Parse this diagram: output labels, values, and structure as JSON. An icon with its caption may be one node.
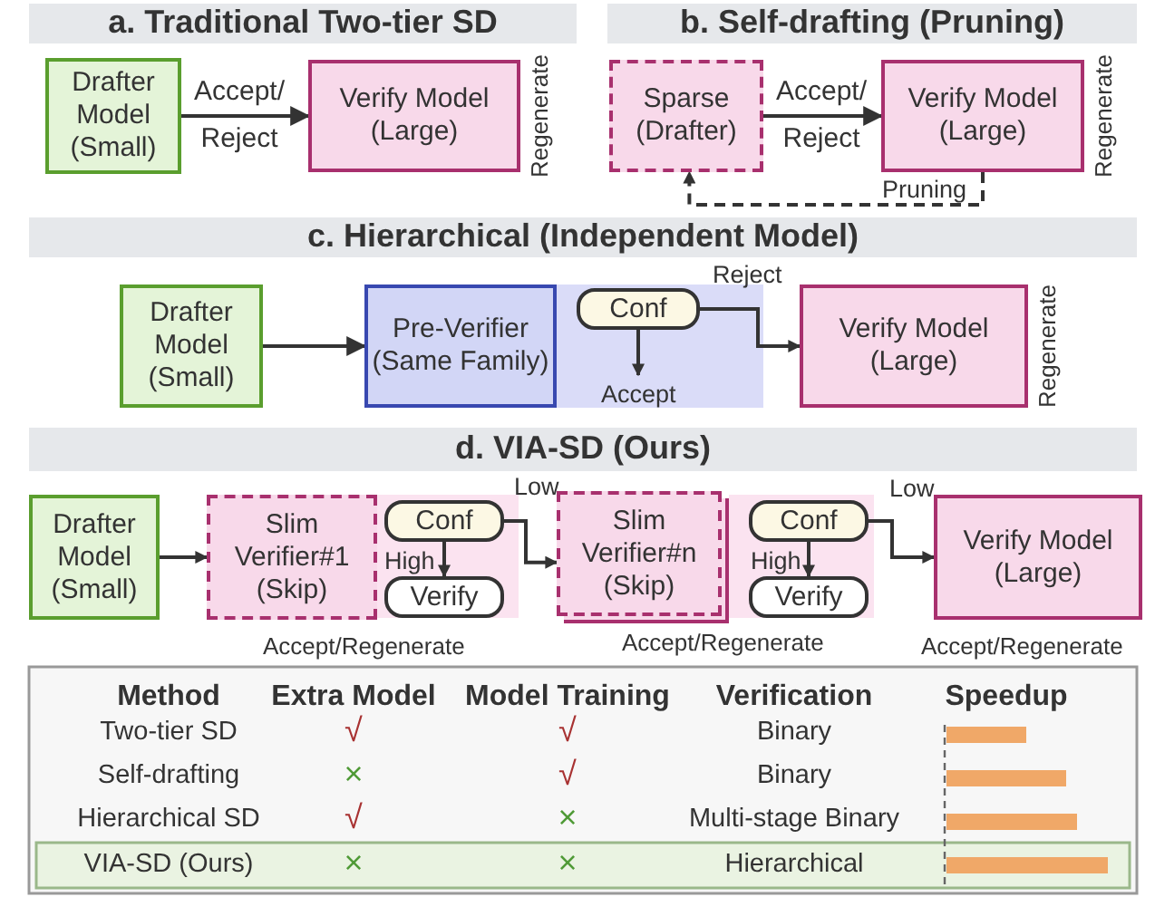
{
  "diagram": {
    "nodes": [
      {
        "text": [
          "a. Traditional Two-tier SD"
        ]
      },
      {
        "text": [
          "b. Self-drafting (Pruning)"
        ]
      },
      {
        "text": [
          "Drafter Model (Small)"
        ]
      },
      {
        "text": [
          "Verify Model (Large)"
        ],
        "beside": [
          "Regenerate"
        ]
      },
      {
        "text": [
          "Sparse (Drafter)"
        ]
      },
      {
        "text": [
          "Verify Model (Large)"
        ],
        "beside": [
          "Regenerate"
        ]
      },
      {
        "text": [
          "c. Hierarchical (Independent Model)"
        ]
      },
      {
        "text": [
          "Drafter Model (Small)"
        ]
      },
      {
        "text": [
          "Pre-Verifier (Same Family)"
        ]
      },
      {
        "text": [
          "Conf"
        ]
      },
      {
        "text": [
          "Verify Model (Large)"
        ],
        "beside": [
          "Regenerate"
        ]
      },
      {
        "text": [
          "d. VIA-SD (Ours)"
        ]
      },
      {
        "text": [
          "Drafter Model (Small)"
        ]
      },
      {
        "text": [
          "Slim Verifier#1 (Skip)"
        ],
        "beside": [
          "Accept/Regenerate"
        ]
      },
      {
        "text": [
          "Conf"
        ]
      },
      {
        "text": [
          "Verify"
        ]
      },
      {
        "text": [
          "Slim Verifier#n (Skip)"
        ],
        "beside": [
          "Accept/Regenerate"
        ]
      },
      {
        "text": [
          "Conf"
        ]
      },
      {
        "text": [
          "Verify"
        ]
      },
      {
        "text": [
          "Verify Model (Large)"
        ],
        "beside": [
          "Accept/Regenerate"
        ]
      }
    ],
    "edges": [
      {
        "from": 2,
        "to": 3,
        "arrow": "to",
        "label": "Accept/ Reject"
      },
      {
        "from": 4,
        "to": 5,
        "arrow": "to",
        "label": "Accept/ Reject"
      },
      {
        "from": 5,
        "to": 4,
        "arrow": "to",
        "label": "Pruning",
        "style": "dashed"
      },
      {
        "from": 7,
        "to": 8,
        "arrow": "to"
      },
      {
        "from": 9,
        "to": 10,
        "arrow": "to",
        "label": "Reject"
      },
      {
        "from": 9,
        "to": null,
        "arrow": "to",
        "label": "Accept"
      },
      {
        "from": 12,
        "to": 13,
        "arrow": "to"
      },
      {
        "from": 14,
        "to": 15,
        "arrow": "to",
        "label": "High"
      },
      {
        "from": 14,
        "to": 16,
        "arrow": "to",
        "label": "Low"
      },
      {
        "from": 17,
        "to": 18,
        "arrow": "to",
        "label": "High"
      },
      {
        "from": 17,
        "to": 19,
        "arrow": "to",
        "label": "Low"
      }
    ],
    "labels": [
      "Method",
      "Extra Model",
      "Model Training",
      "Verification",
      "Speedup",
      "Two-tier SD",
      "√",
      "√",
      "Binary",
      "Self-drafting",
      "×",
      "√",
      "Binary",
      "Hierarchical SD",
      "√",
      "×",
      "Multi-stage Binary",
      "VIA-SD (Ours)",
      "×",
      "×",
      "Hierarchical"
    ]
  }
}
